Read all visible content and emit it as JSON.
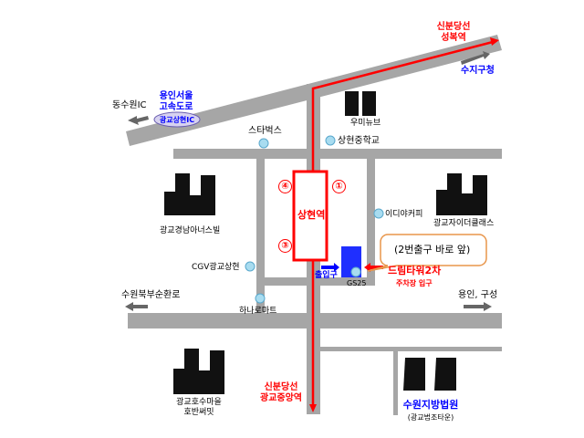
{
  "colors": {
    "road": "#a6a6a6",
    "route": "#ff0000",
    "label_blue": "#0000ff",
    "poi": "#a8dcf0",
    "callout_border": "#e8954a"
  },
  "station": {
    "name": "상현역",
    "exits": [
      "④",
      "①",
      "③"
    ]
  },
  "routes": {
    "north": {
      "line1": "신분당선",
      "line2": "성복역"
    },
    "south": {
      "line1": "신분당선",
      "line2": "광교중앙역"
    }
  },
  "destinations": {
    "suji": "수지구청",
    "dongsuwon": "동수원IC",
    "expressway": {
      "line1": "용인서울",
      "line2": "고속도로",
      "ic": "광교상현IC"
    },
    "suwon_north": "수원북부순환로",
    "yongin": "용인, 구성"
  },
  "poi": {
    "starbucks": "스타벅스",
    "sanghyeon_middle": "상현중학교",
    "umi": "우미뉴브",
    "ediya": "이디야커피",
    "gwanggyo_xi": "광교자이더클래스",
    "gyeongnam": "광교경남아너스빌",
    "cgv": "CGV광교상현",
    "hanaro": "하나로마트",
    "hosu": {
      "line1": "광교호수마을",
      "line2": "호반써밋"
    },
    "court": {
      "name": "수원지방법원",
      "sub": "(광교법조타운)"
    },
    "gs25": "GS25"
  },
  "target": {
    "name": "드림타워2차",
    "callout": "(2번출구 바로 앞)",
    "parking": "주차장 입구",
    "entrance": "출입구"
  }
}
